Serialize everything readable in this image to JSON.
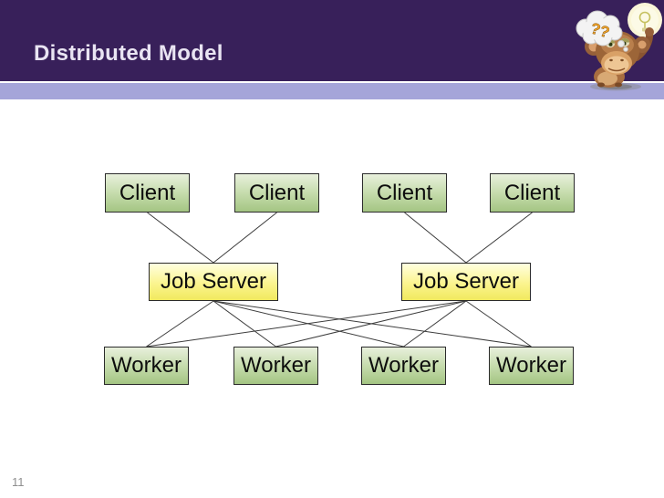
{
  "slide": {
    "title": "Distributed Model",
    "page_number": "11"
  },
  "mascot": {
    "name": "thinking-monkey-with-lightbulb",
    "thought_text": "??"
  },
  "diagram": {
    "clients": [
      {
        "id": "client-1",
        "label": "Client"
      },
      {
        "id": "client-2",
        "label": "Client"
      },
      {
        "id": "client-3",
        "label": "Client"
      },
      {
        "id": "client-4",
        "label": "Client"
      }
    ],
    "job_servers": [
      {
        "id": "job-server-1",
        "label": "Job Server"
      },
      {
        "id": "job-server-2",
        "label": "Job Server"
      }
    ],
    "workers": [
      {
        "id": "worker-1",
        "label": "Worker"
      },
      {
        "id": "worker-2",
        "label": "Worker"
      },
      {
        "id": "worker-3",
        "label": "Worker"
      },
      {
        "id": "worker-4",
        "label": "Worker"
      }
    ],
    "connections": [
      {
        "from": "client-1",
        "to": "job-server-1"
      },
      {
        "from": "client-2",
        "to": "job-server-1"
      },
      {
        "from": "client-3",
        "to": "job-server-2"
      },
      {
        "from": "client-4",
        "to": "job-server-2"
      },
      {
        "from": "job-server-1",
        "to": "worker-1"
      },
      {
        "from": "job-server-1",
        "to": "worker-2"
      },
      {
        "from": "job-server-1",
        "to": "worker-3"
      },
      {
        "from": "job-server-1",
        "to": "worker-4"
      },
      {
        "from": "job-server-2",
        "to": "worker-1"
      },
      {
        "from": "job-server-2",
        "to": "worker-2"
      },
      {
        "from": "job-server-2",
        "to": "worker-3"
      },
      {
        "from": "job-server-2",
        "to": "worker-4"
      }
    ]
  },
  "colors": {
    "header_background": "#38205A",
    "accent_strip": "#A5A5D9",
    "title_text": "#E9E4F2",
    "client_worker_box_top": "#E8F0DC",
    "client_worker_box_bottom": "#A4C583",
    "job_server_box_top": "#FFFFE0",
    "job_server_box_bottom": "#F1E95E",
    "box_border": "#2B2B2B",
    "connector_line": "#3C3C3C",
    "page_number_text": "#8F8F8F"
  }
}
